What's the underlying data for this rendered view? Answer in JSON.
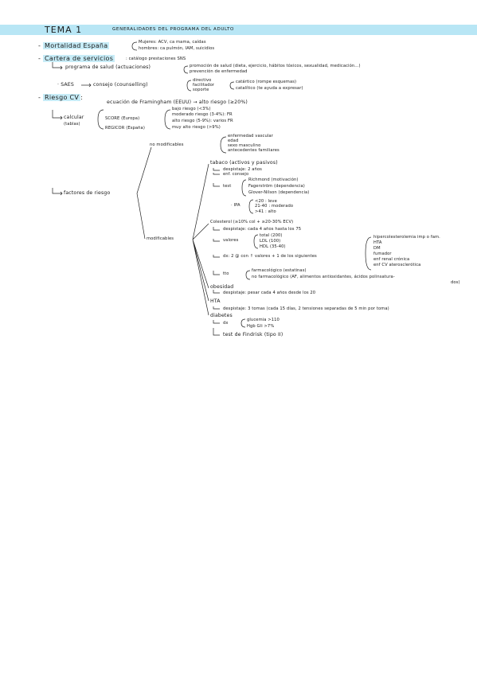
{
  "banner": {
    "title": "TEMA 1",
    "subtitle": "GENERALIDADES DEL PROGRAMA DEL ADULTO"
  },
  "mortalidad": {
    "heading": "Mortalidad España",
    "mujeres": "Mujeres: ACV, ca mama, caídas",
    "hombres": "hombres: ca pulmón, IAM, suicidios"
  },
  "cartera": {
    "heading": "Cartera de servicios",
    "desc": ": catálogo prestaciones SNS",
    "programa": "programa de salud (actuaciones)",
    "promocion": "promoción de salud (dieta, ejercicio, hábitos tóxicos, sexualidad, medicación...)",
    "prevencion": "prevención de enfermedad",
    "saes": "· SAES",
    "consejo": "consejo (counselling)",
    "directivo": "directivo",
    "facilitador": "facilitador",
    "soporte": "soporte",
    "catartico": "catártico (rompe esquemas)",
    "catalitico": "catalítico (te ayuda a expresar)"
  },
  "riesgo": {
    "heading": "Riesgo CV",
    "colon": ":",
    "framingham": "ecuación de Framingham (EEUU) → alto riesgo (≥20%)",
    "calcular": "calcular",
    "tablas": "(tablas)",
    "score": "SCORE (Europa)",
    "regicor": "REGICOR (España)",
    "bajo": "bajo riesgo (<3%)",
    "moderado": "moderado riesgo (3-4%): FR",
    "alto": "alto riesgo (5-9%): varios FR",
    "muy_alto": "muy alto riesgo (>9%)",
    "factores": "factores de riesgo",
    "no_modificables": "no modificables",
    "nm_items": [
      "enfermedad vascular",
      "edad",
      "sexo masculino",
      "antecedentes familiares"
    ],
    "modificables": "modificables",
    "tabaco": "tabaco (activos y pasivos)",
    "tab_despistaje": "despistaje: 2 años",
    "tab_enf": "enf. consejo",
    "test": "test",
    "richmond": "Richmond (motivación)",
    "fagerstrom": "Fagerström (dependencia)",
    "glover": "Glover-Nilson (dependencia)",
    "ipa": "· IPA",
    "ipa_items": [
      "<20 : leve",
      "21-40 : moderado",
      ">41 : alto"
    ],
    "colesterol": "Colesterol (≥10% col + ≥20-30% ECV)",
    "col_despistaje": "despistaje: cada 4 años hasta los 75",
    "valores": "valores",
    "val_items": [
      "total (200)",
      "LDL (100)",
      "HDL (35-40)"
    ],
    "dx": "dx: 2 @ con ↑ valores + 1 de los siguientes",
    "dx_items": [
      "hipercolesterolemia imp o fam.",
      "HTA",
      "DM",
      "fumador",
      "enf renal crónica",
      "enf CV aterosclerótica"
    ],
    "tto": "tto",
    "farmacologico": "farmacológico (estatinas)",
    "no_farmacologico": "no farmacológico (AF, alimentos antioxidantes, ácidos polinsatura-",
    "dos": "dos)",
    "obesidad": "obesidad",
    "obe_despistaje": "despistaje: pesar cada 4 años desde los 20",
    "hta": "HTA",
    "hta_despistaje": "despistaje: 3 tomas (cada 15 días, 2 tensiones separadas de 5 min por toma)",
    "diabetes": "diabetes",
    "dia_dx": "dx",
    "glucemia": "glucemia >110",
    "hgb": "Hgb Gli >7%",
    "findrisk": "test de Findrisk (tipo II)"
  }
}
